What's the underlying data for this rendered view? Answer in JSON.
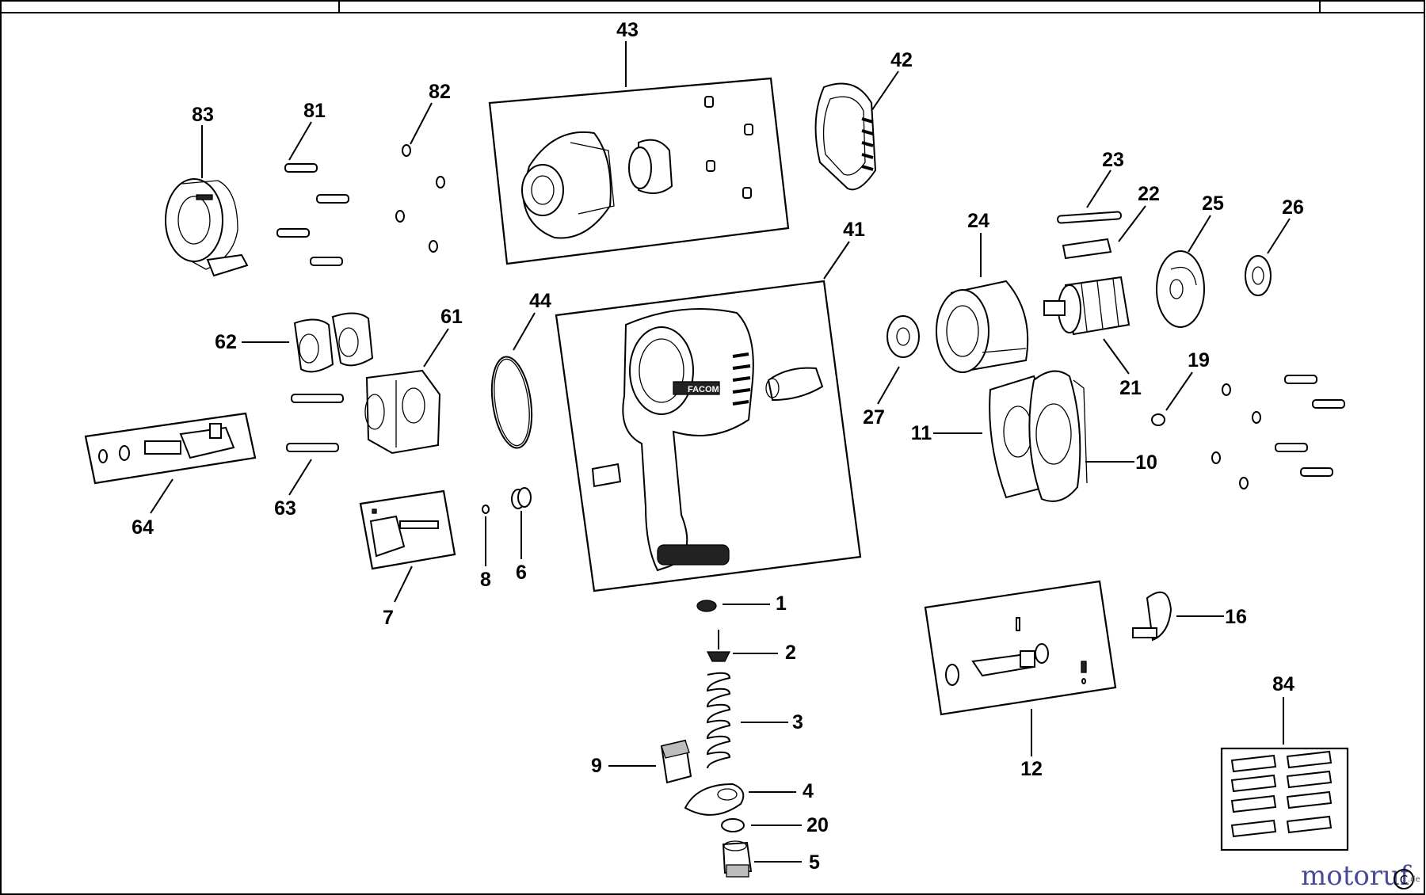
{
  "callouts": {
    "p1": "1",
    "p2": "2",
    "p3": "3",
    "p4": "4",
    "p5": "5",
    "p6": "6",
    "p7": "7",
    "p8": "8",
    "p9": "9",
    "p10": "10",
    "p11": "11",
    "p12": "12",
    "p16": "16",
    "p19": "19",
    "p20": "20",
    "p21": "21",
    "p22": "22",
    "p23": "23",
    "p24": "24",
    "p25": "25",
    "p26": "26",
    "p27": "27",
    "p41": "41",
    "p42": "42",
    "p43": "43",
    "p44": "44",
    "p61": "61",
    "p62": "62",
    "p63": "63",
    "p64": "64",
    "p81": "81",
    "p82": "82",
    "p83": "83",
    "p84": "84"
  },
  "brand_on_housing": "FACOM",
  "watermark": {
    "text": "motoruf",
    "suffix": ".de"
  },
  "icons": [
    "copyright-icon"
  ],
  "colors": {
    "ink": "#000000",
    "paper": "#ffffff",
    "watermark": "#4a4a9a"
  }
}
